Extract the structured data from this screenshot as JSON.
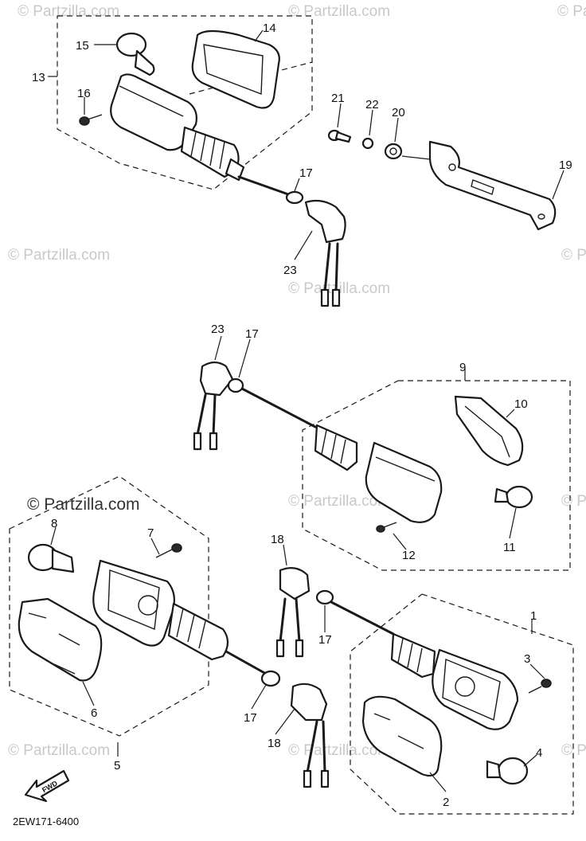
{
  "watermark": {
    "text": "© Partzilla.com",
    "primary_text": "Partzilla.com"
  },
  "diagram": {
    "code": "2EW171-6400",
    "fwd_label": "FWD",
    "callouts": {
      "c1": "1",
      "c2": "2",
      "c3": "3",
      "c4": "4",
      "c5": "5",
      "c6": "6",
      "c7": "7",
      "c8": "8",
      "c9": "9",
      "c10": "10",
      "c11": "11",
      "c12": "12",
      "c13": "13",
      "c14": "14",
      "c15": "15",
      "c16": "16",
      "c17": "17",
      "c18": "18",
      "c19": "19",
      "c20": "20",
      "c21": "21",
      "c22": "22",
      "c23": "23"
    }
  }
}
